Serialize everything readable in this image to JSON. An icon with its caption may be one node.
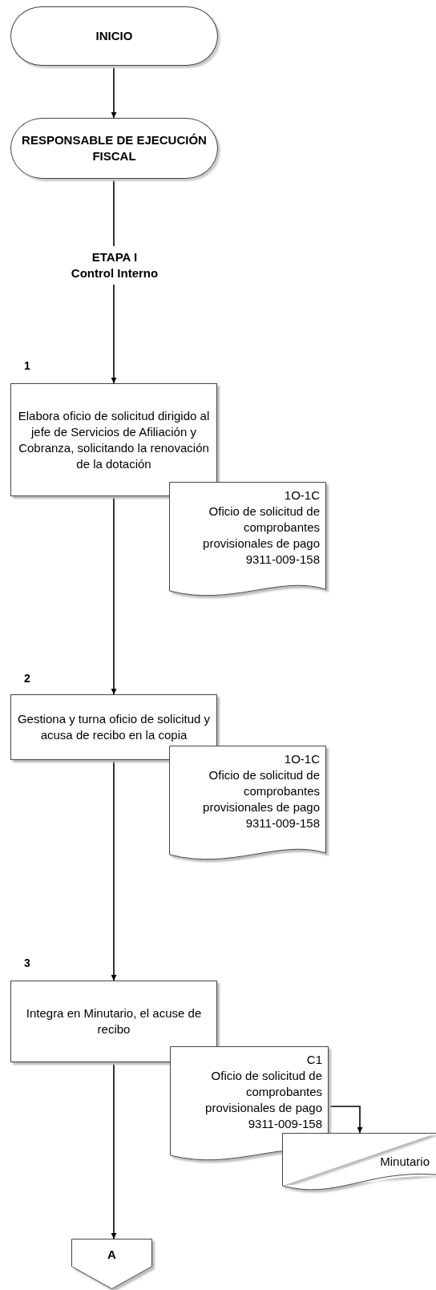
{
  "diagram": {
    "nodes": [
      {
        "text": [
          "INICIO"
        ]
      },
      {
        "text": [
          "RESPONSABLE DE EJECUCIÓN FISCAL"
        ]
      },
      {
        "text": [
          "ETAPA I",
          "Control Interno"
        ]
      },
      {
        "text": [
          "Elabora oficio de solicitud dirigido al jefe de Servicios de Afiliación y Cobranza, solicitando la renovación de la dotación"
        ],
        "beside": [
          "1"
        ]
      },
      {
        "text": [
          "1O-1C",
          "Oficio de solicitud de comprobantes provisionales de pago",
          "9311-009-158"
        ]
      },
      {
        "text": [
          "Gestiona y turna oficio de solicitud y acusa de recibo en la copia"
        ],
        "beside": [
          "2"
        ]
      },
      {
        "text": [
          "1O-1C",
          "Oficio de solicitud de comprobantes provisionales de pago",
          "9311-009-158"
        ]
      },
      {
        "text": [
          "Integra en Minutario, el acuse de recibo"
        ],
        "beside": [
          "3"
        ]
      },
      {
        "text": [
          "C1",
          "Oficio de solicitud de comprobantes provisionales de pago",
          "9311-009-158"
        ]
      },
      {
        "text": [
          "Minutario"
        ]
      },
      {
        "text": [
          "A"
        ]
      }
    ],
    "edges": [
      {
        "from": 0,
        "to": 1,
        "arrow": "to"
      },
      {
        "from": 1,
        "to": 2,
        "arrow": "none"
      },
      {
        "from": 2,
        "to": 3,
        "arrow": "to"
      },
      {
        "from": 3,
        "to": 5,
        "arrow": "to"
      },
      {
        "from": 5,
        "to": 7,
        "arrow": "to"
      },
      {
        "from": 7,
        "to": 10,
        "arrow": "to"
      },
      {
        "from": 8,
        "to": 9,
        "arrow": "to"
      }
    ]
  }
}
